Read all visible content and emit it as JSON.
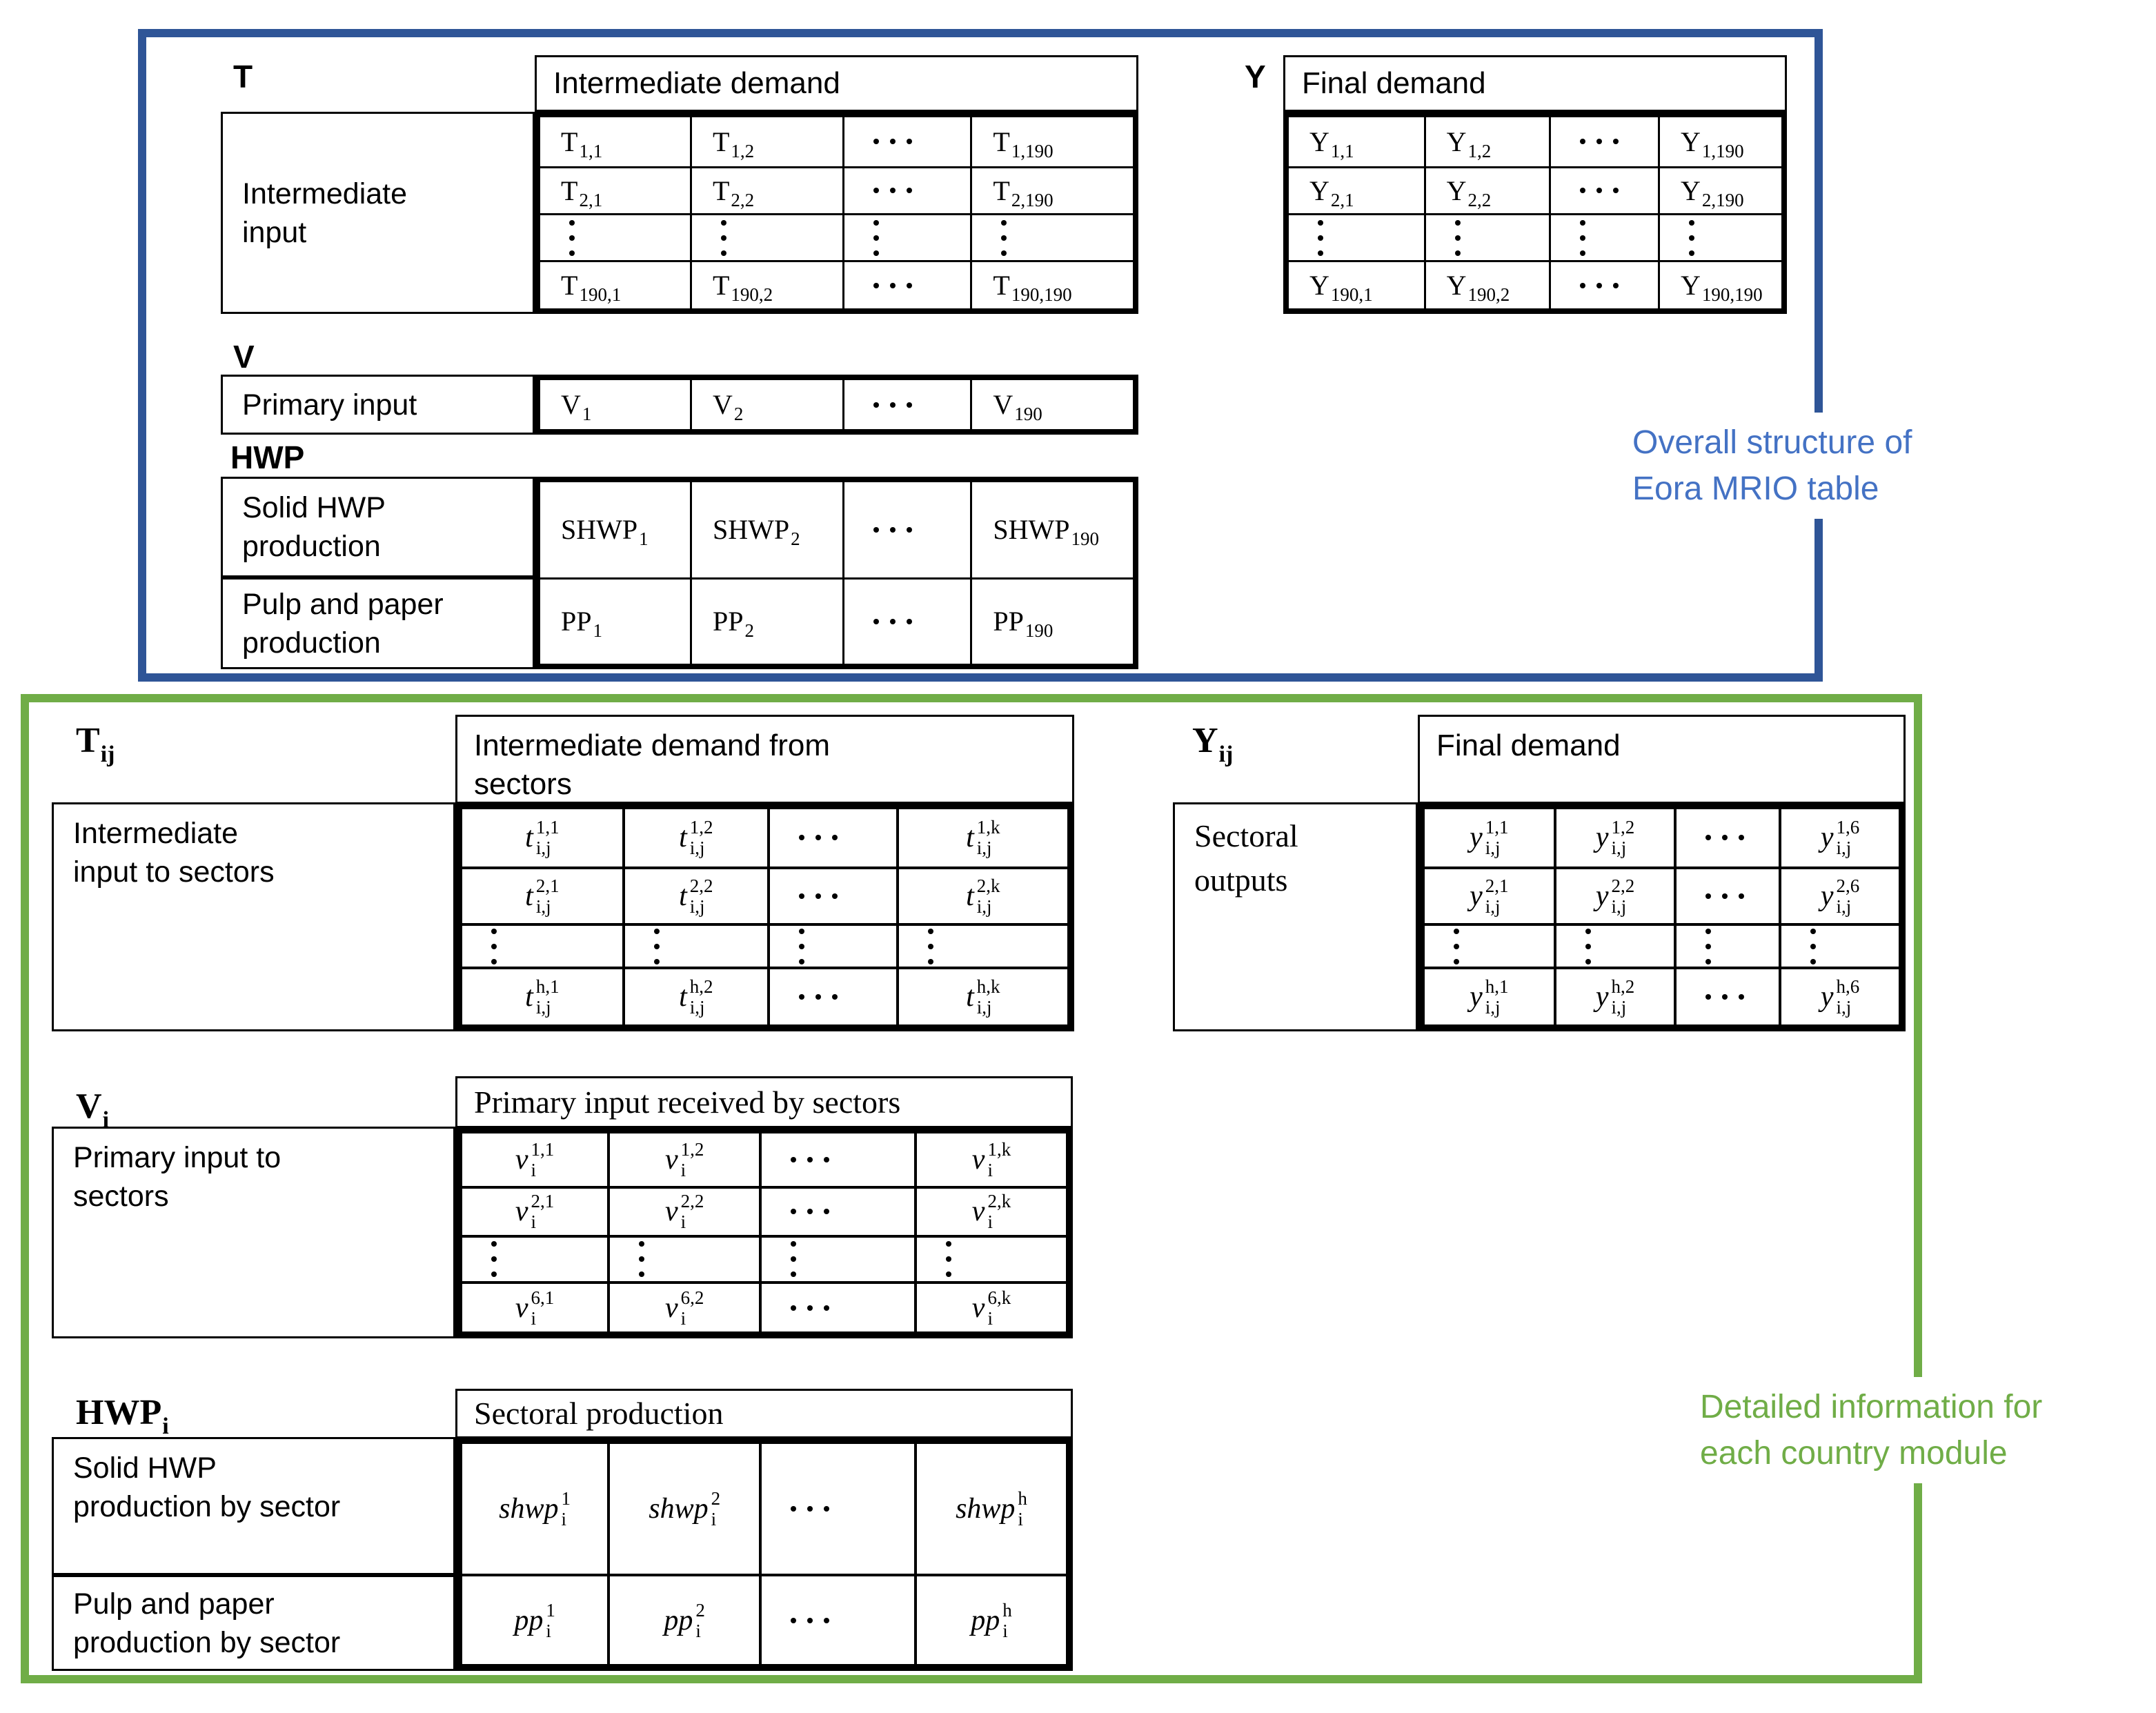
{
  "colors": {
    "blue_border": "#2F5597",
    "blue_text": "#4472C4",
    "green_border": "#70AD47",
    "green_text": "#70AD47",
    "table_line": "#000000"
  },
  "notes": {
    "overall": [
      "Overall structure of",
      "Eora MRIO table"
    ],
    "detail": [
      "Detailed information for",
      "each country module"
    ]
  },
  "top": {
    "t": {
      "letter": "T",
      "header": [
        "Intermediate demand"
      ],
      "row_label": [
        "Intermediate",
        "input"
      ],
      "cells": [
        [
          {
            "b": "T",
            "sub": "1,1"
          },
          {
            "b": "T",
            "sub": "1,2"
          },
          {
            "d": "h"
          },
          {
            "b": "T",
            "sub": "1,190"
          }
        ],
        [
          {
            "b": "T",
            "sub": "2,1"
          },
          {
            "b": "T",
            "sub": "2,2"
          },
          {
            "d": "h"
          },
          {
            "b": "T",
            "sub": "2,190"
          }
        ],
        [
          {
            "d": "v"
          },
          {
            "d": "v"
          },
          {
            "d": "v"
          },
          {
            "d": "v"
          }
        ],
        [
          {
            "b": "T",
            "sub": "190,1"
          },
          {
            "b": "T",
            "sub": "190,2"
          },
          {
            "d": "h"
          },
          {
            "b": "T",
            "sub": "190,190"
          }
        ]
      ]
    },
    "y": {
      "letter": "Y",
      "header": [
        "Final demand"
      ],
      "cells": [
        [
          {
            "b": "Y",
            "sub": "1,1"
          },
          {
            "b": "Y",
            "sub": "1,2"
          },
          {
            "d": "h"
          },
          {
            "b": "Y",
            "sub": "1,190"
          }
        ],
        [
          {
            "b": "Y",
            "sub": "2,1"
          },
          {
            "b": "Y",
            "sub": "2,2"
          },
          {
            "d": "h"
          },
          {
            "b": "Y",
            "sub": "2,190"
          }
        ],
        [
          {
            "d": "v"
          },
          {
            "d": "v"
          },
          {
            "d": "v"
          },
          {
            "d": "v"
          }
        ],
        [
          {
            "b": "Y",
            "sub": "190,1"
          },
          {
            "b": "Y",
            "sub": "190,2"
          },
          {
            "d": "h"
          },
          {
            "b": "Y",
            "sub": "190,190"
          }
        ]
      ]
    },
    "v": {
      "letter": "V",
      "row_label": [
        "Primary input"
      ],
      "cells": [
        [
          {
            "b": "V",
            "sub": "1"
          },
          {
            "b": "V",
            "sub": "2"
          },
          {
            "d": "h"
          },
          {
            "b": "V",
            "sub": "190"
          }
        ]
      ]
    },
    "hwp": {
      "letter": "HWP",
      "row_labels": [
        [
          "Solid HWP",
          "production"
        ],
        [
          "Pulp and paper",
          "production"
        ]
      ],
      "cells": [
        [
          {
            "b": "SHWP",
            "sub": "1"
          },
          {
            "b": "SHWP",
            "sub": "2"
          },
          {
            "d": "h"
          },
          {
            "b": "SHWP",
            "sub": "190"
          }
        ],
        [
          {
            "b": "PP",
            "sub": "1"
          },
          {
            "b": "PP",
            "sub": "2"
          },
          {
            "d": "h"
          },
          {
            "b": "PP",
            "sub": "190"
          }
        ]
      ]
    }
  },
  "bottom": {
    "t": {
      "letter": {
        "b": "T",
        "sub": "ij"
      },
      "header": [
        "Intermediate demand from",
        "sectors"
      ],
      "row_label": [
        "Intermediate",
        "input to sectors"
      ],
      "cells": [
        [
          {
            "b": "t",
            "i": true,
            "sup": "1,1",
            "sub": "i,j"
          },
          {
            "b": "t",
            "i": true,
            "sup": "1,2",
            "sub": "i,j"
          },
          {
            "d": "h"
          },
          {
            "b": "t",
            "i": true,
            "sup": "1,k",
            "sub": "i,j"
          }
        ],
        [
          {
            "b": "t",
            "i": true,
            "sup": "2,1",
            "sub": "i,j"
          },
          {
            "b": "t",
            "i": true,
            "sup": "2,2",
            "sub": "i,j"
          },
          {
            "d": "h"
          },
          {
            "b": "t",
            "i": true,
            "sup": "2,k",
            "sub": "i,j"
          }
        ],
        [
          {
            "d": "v"
          },
          {
            "d": "v"
          },
          {
            "d": "v"
          },
          {
            "d": "v"
          }
        ],
        [
          {
            "b": "t",
            "i": true,
            "sup": "h,1",
            "sub": "i,j"
          },
          {
            "b": "t",
            "i": true,
            "sup": "h,2",
            "sub": "i,j"
          },
          {
            "d": "h"
          },
          {
            "b": "t",
            "i": true,
            "sup": "h,k",
            "sub": "i,j"
          }
        ]
      ]
    },
    "y": {
      "letter": {
        "b": "Y",
        "sub": "ij"
      },
      "header": [
        "Final demand"
      ],
      "row_label": [
        "Sectoral",
        "outputs"
      ],
      "cells": [
        [
          {
            "b": "y",
            "i": true,
            "sup": "1,1",
            "sub": "i,j"
          },
          {
            "b": "y",
            "i": true,
            "sup": "1,2",
            "sub": "i,j"
          },
          {
            "d": "h"
          },
          {
            "b": "y",
            "i": true,
            "sup": "1,6",
            "sub": "i,j"
          }
        ],
        [
          {
            "b": "y",
            "i": true,
            "sup": "2,1",
            "sub": "i,j"
          },
          {
            "b": "y",
            "i": true,
            "sup": "2,2",
            "sub": "i,j"
          },
          {
            "d": "h"
          },
          {
            "b": "y",
            "i": true,
            "sup": "2,6",
            "sub": "i,j"
          }
        ],
        [
          {
            "d": "v"
          },
          {
            "d": "v"
          },
          {
            "d": "v"
          },
          {
            "d": "v"
          }
        ],
        [
          {
            "b": "y",
            "i": true,
            "sup": "h,1",
            "sub": "i,j"
          },
          {
            "b": "y",
            "i": true,
            "sup": "h,2",
            "sub": "i,j"
          },
          {
            "d": "h"
          },
          {
            "b": "y",
            "i": true,
            "sup": "h,6",
            "sub": "i,j"
          }
        ]
      ]
    },
    "v": {
      "letter": {
        "b": "V",
        "sub": "i"
      },
      "header": [
        "Primary input received by sectors"
      ],
      "row_label": [
        "Primary input to",
        "sectors"
      ],
      "cells": [
        [
          {
            "b": "v",
            "i": true,
            "sup": "1,1",
            "sub": "i"
          },
          {
            "b": "v",
            "i": true,
            "sup": "1,2",
            "sub": "i"
          },
          {
            "d": "h"
          },
          {
            "b": "v",
            "i": true,
            "sup": "1,k",
            "sub": "i"
          }
        ],
        [
          {
            "b": "v",
            "i": true,
            "sup": "2,1",
            "sub": "i"
          },
          {
            "b": "v",
            "i": true,
            "sup": "2,2",
            "sub": "i"
          },
          {
            "d": "h"
          },
          {
            "b": "v",
            "i": true,
            "sup": "2,k",
            "sub": "i"
          }
        ],
        [
          {
            "d": "v"
          },
          {
            "d": "v"
          },
          {
            "d": "v"
          },
          {
            "d": "v"
          }
        ],
        [
          {
            "b": "v",
            "i": true,
            "sup": "6,1",
            "sub": "i"
          },
          {
            "b": "v",
            "i": true,
            "sup": "6,2",
            "sub": "i"
          },
          {
            "d": "h"
          },
          {
            "b": "v",
            "i": true,
            "sup": "6,k",
            "sub": "i"
          }
        ]
      ]
    },
    "hwp": {
      "letter": {
        "b": "HWP",
        "sub": "i"
      },
      "header": [
        "Sectoral production"
      ],
      "row_labels": [
        [
          "Solid HWP",
          "production by sector"
        ],
        [
          "Pulp and paper",
          "production by sector"
        ]
      ],
      "cells": [
        [
          {
            "b": "shwp",
            "i": true,
            "sup": "1",
            "sub": "i"
          },
          {
            "b": "shwp",
            "i": true,
            "sup": "2",
            "sub": "i"
          },
          {
            "d": "h"
          },
          {
            "b": "shwp",
            "i": true,
            "sup": "h",
            "sub": "i"
          }
        ],
        [
          {
            "b": "pp",
            "i": true,
            "sup": "1",
            "sub": "i"
          },
          {
            "b": "pp",
            "i": true,
            "sup": "2",
            "sub": "i"
          },
          {
            "d": "h"
          },
          {
            "b": "pp",
            "i": true,
            "sup": "h",
            "sub": "i"
          }
        ]
      ]
    }
  }
}
